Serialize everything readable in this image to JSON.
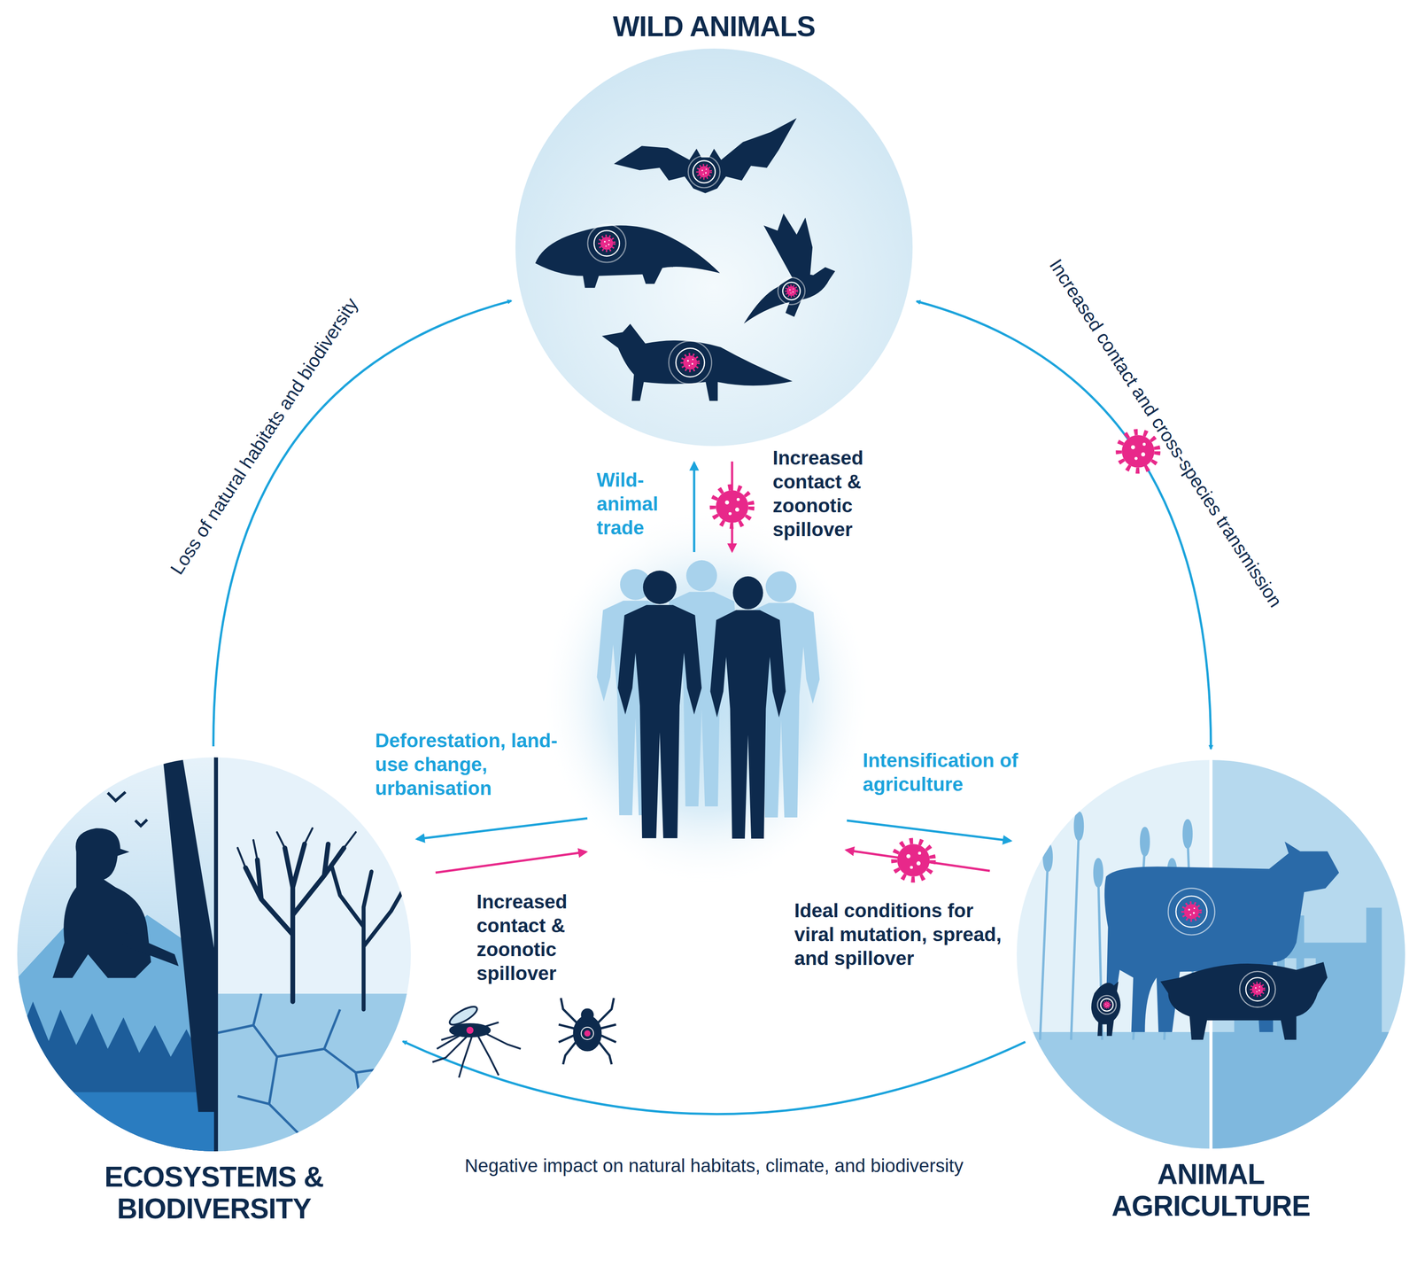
{
  "diagram": {
    "nodes": [
      {
        "text": [
          "WILD ANIMALS"
        ]
      },
      {
        "text": [
          "ECOSYSTEMS & BIODIVERSITY"
        ]
      },
      {
        "text": [
          "ANIMAL AGRICULTURE"
        ]
      }
    ],
    "edges": [
      {
        "from": 1,
        "to": 0,
        "arrow": "to",
        "label": "Loss of natural habitats and biodiversity"
      },
      {
        "from": 0,
        "to": 2,
        "arrow": "both",
        "label": "Increased contact and cross-species transmission"
      },
      {
        "from": 2,
        "to": 1,
        "arrow": "to",
        "label": "Negative impact on natural habitats, climate, and biodiversity"
      }
    ],
    "labels": [
      "Wild-animal trade",
      "Increased contact & zoonotic spillover",
      "Deforestation, land-use change, urbanisation",
      "Increased contact & zoonotic spillover",
      "Intensification of agriculture",
      "Ideal conditions for viral mutation, spread, and spillover"
    ]
  }
}
